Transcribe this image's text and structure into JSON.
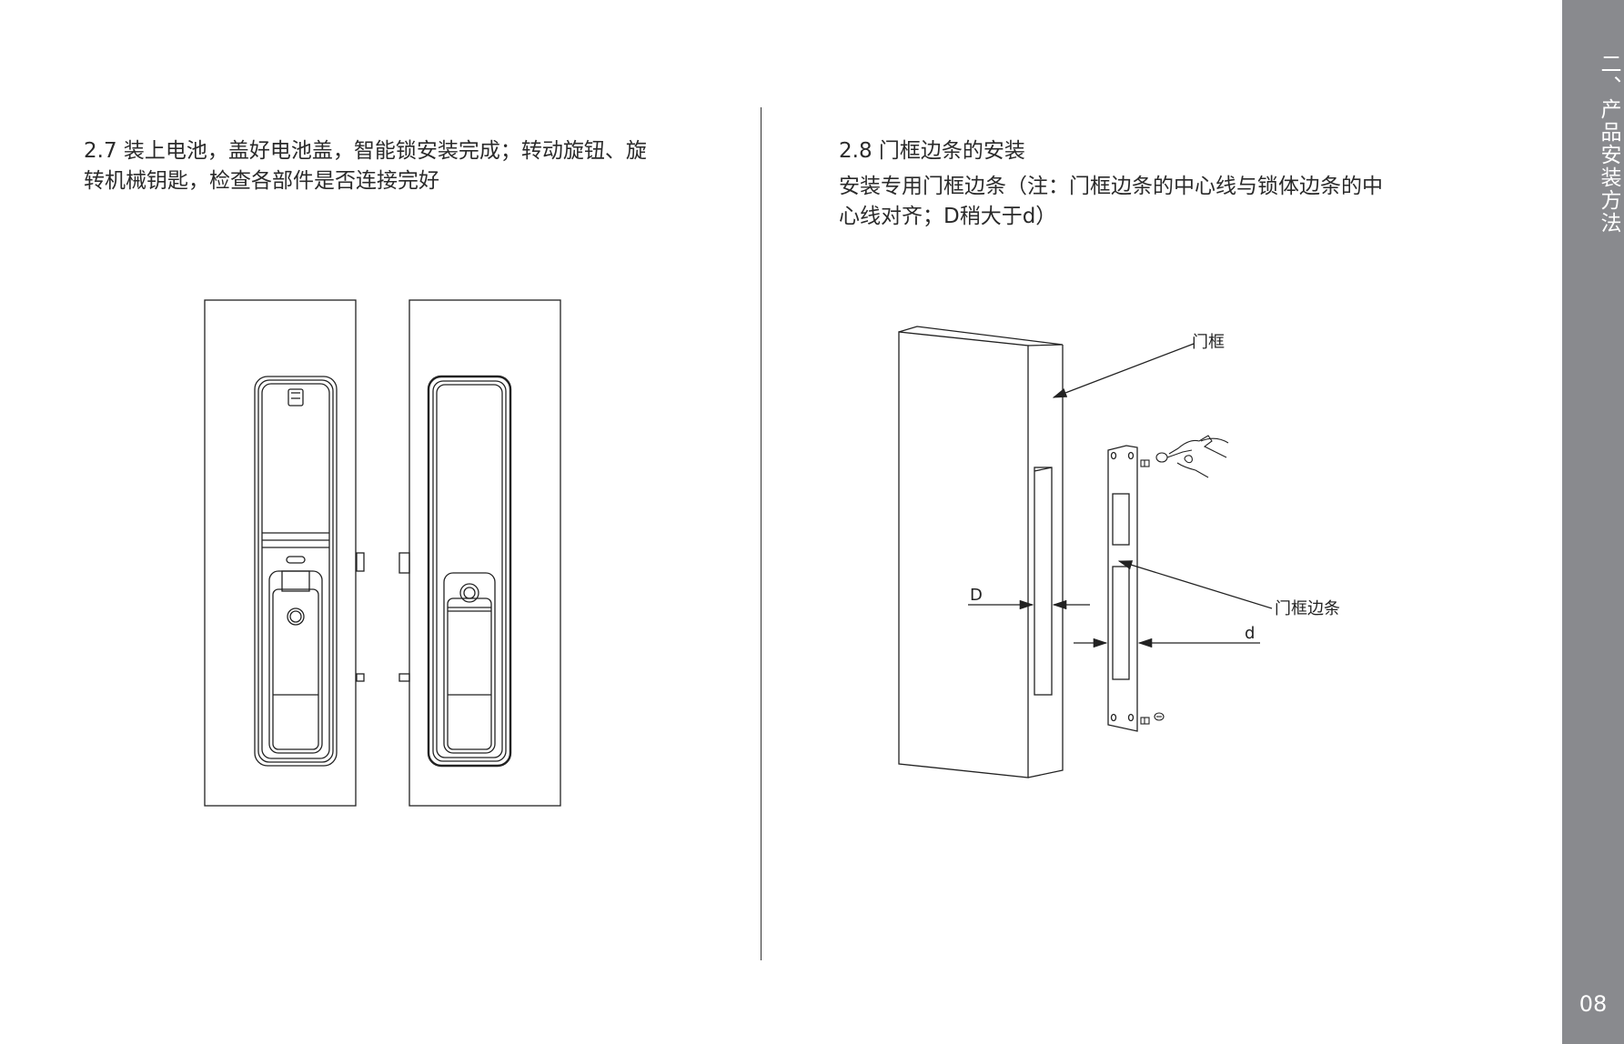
{
  "sections": [
    {
      "id": "2.7",
      "text_lines": [
        "2.7  装上电池，盖好电池盖，智能锁安装完成；转动旋钮、旋",
        "转机械钥匙，检查各部件是否连接完好"
      ]
    },
    {
      "id": "2.8",
      "heading": "2.8  门框边条的安装",
      "text_lines": [
        "安装专用门框边条（注：门框边条的中心线与锁体边条的中",
        "心线对齐；D稍大于d）"
      ]
    }
  ],
  "frame_diagram": {
    "labels": {
      "door_frame": "门框",
      "frame_strip": "门框边条",
      "D": "D",
      "d": "d"
    }
  },
  "side_tab": {
    "title": "二、产品安装方法",
    "page_number": "08",
    "color": "#898a8e"
  }
}
